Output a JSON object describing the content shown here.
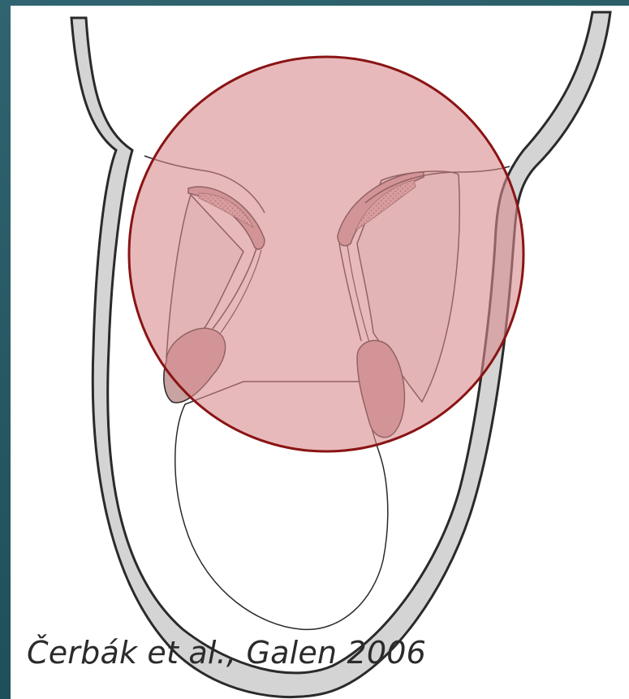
{
  "figure": {
    "caption": "Čerbák et al., Galen 2006",
    "colors": {
      "frame_accent": "#2f6470",
      "cartilage": "#d4d4d4",
      "outline": "#2a2a2a",
      "highlight_fill": "#d98a8d",
      "highlight_stroke": "#8a1414"
    },
    "highlight": {
      "shape": "circle",
      "meaning": "vocal fold region emphasis"
    }
  }
}
